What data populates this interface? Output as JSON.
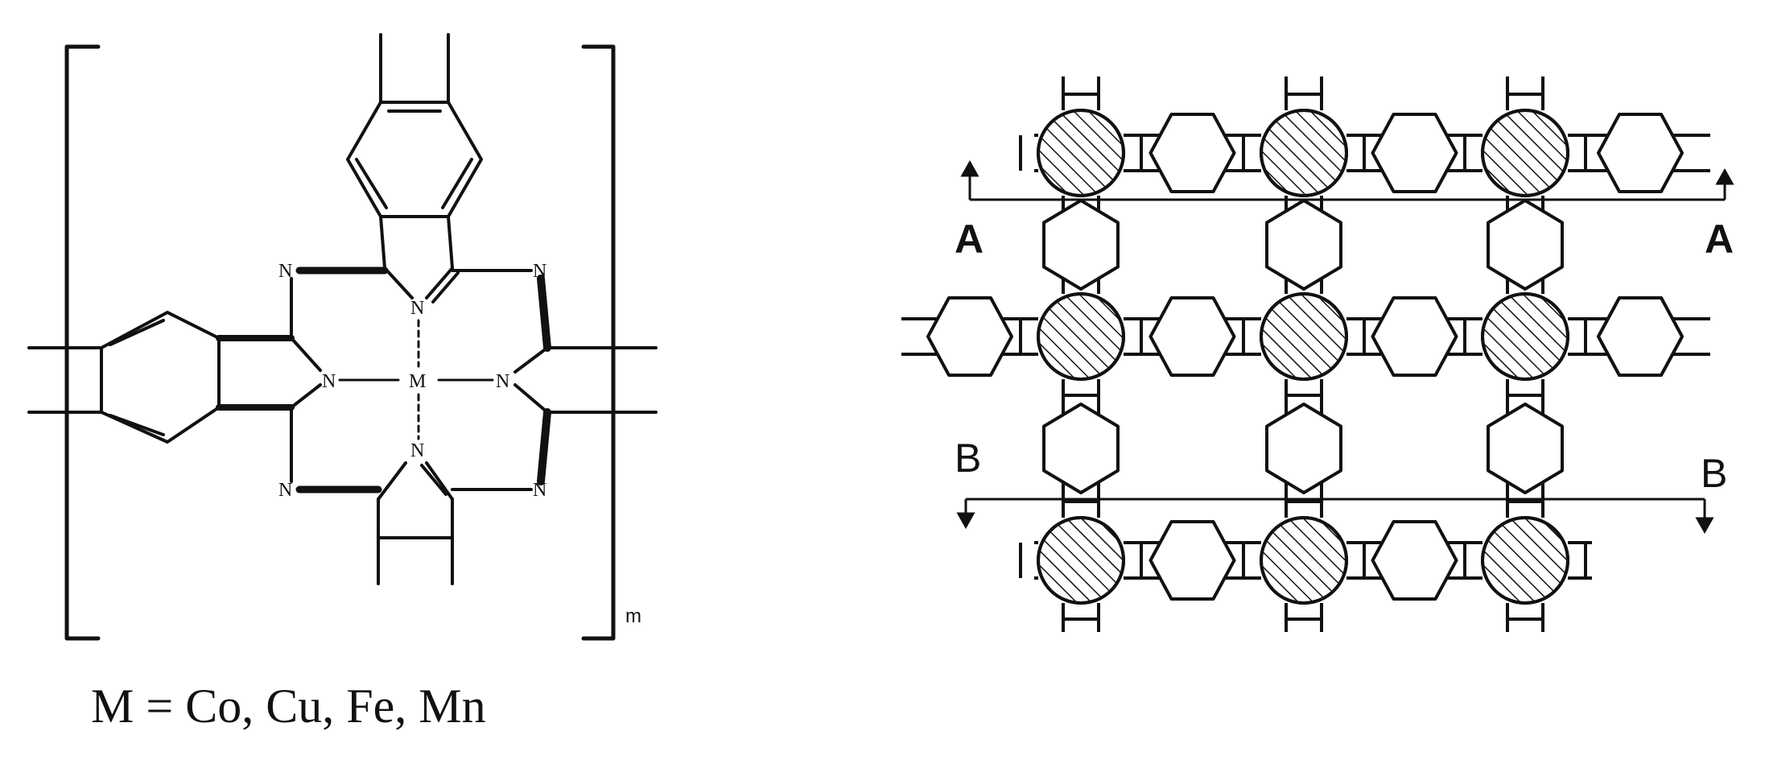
{
  "molecule": {
    "atoms": {
      "n_top_left": "N",
      "n_top_right": "N",
      "n_bottom_left": "N",
      "n_bottom_right": "N",
      "n_inner_top": "N",
      "n_inner_bottom": "N",
      "n_inner_left": "N",
      "n_inner_right": "N",
      "metal": "M"
    },
    "repeat_subscript": "m",
    "caption": "M = Co, Cu, Fe, Mn"
  },
  "lattice": {
    "section_a_left": "A",
    "section_a_right": "A",
    "section_b_left": "B",
    "section_b_right": "B"
  },
  "colors": {
    "ink": "#111111",
    "background": "#ffffff"
  }
}
